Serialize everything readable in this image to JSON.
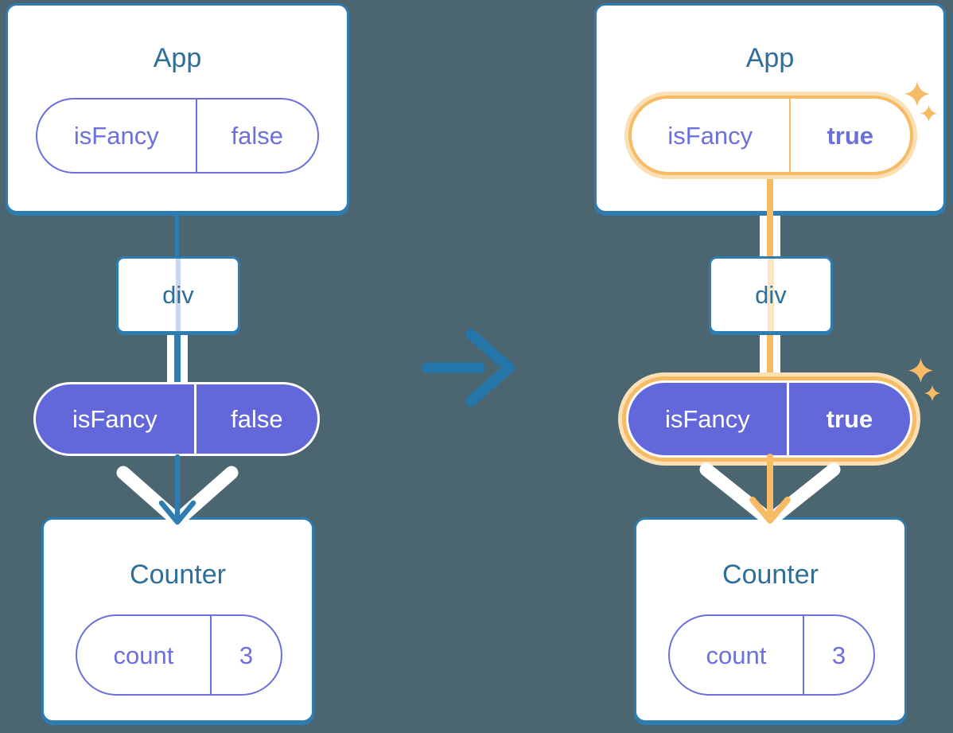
{
  "colors": {
    "background": "#4C6671",
    "card_border_blue": "#2E7CB0",
    "title_text_blue": "#2D6F98",
    "purple_fill": "#6267DA",
    "purple_outline_text": "#6B70DC",
    "highlight_orange": "#F6BB64",
    "highlight_glow": "#FAE0B4",
    "pale_orange_thru_line": "#FBE5C4",
    "pale_blue_thru_line": "#CBD7F0",
    "transition_arrow_blue": "#2576A8",
    "white": "#FFFFFF"
  },
  "left": {
    "app": {
      "title": "App",
      "prop_name": "isFancy",
      "prop_value": "false"
    },
    "container": {
      "label": "div"
    },
    "prop": {
      "name": "isFancy",
      "value": "false"
    },
    "counter": {
      "title": "Counter",
      "state_name": "count",
      "state_value": "3"
    }
  },
  "right": {
    "app": {
      "title": "App",
      "prop_name": "isFancy",
      "prop_value": "true"
    },
    "container": {
      "label": "div"
    },
    "prop": {
      "name": "isFancy",
      "value": "true"
    },
    "counter": {
      "title": "Counter",
      "state_name": "count",
      "state_value": "3"
    }
  },
  "icons": {
    "transition": "arrow-right-icon",
    "prop_flow": "arrow-down-icon",
    "highlight": "sparkle-icon"
  }
}
